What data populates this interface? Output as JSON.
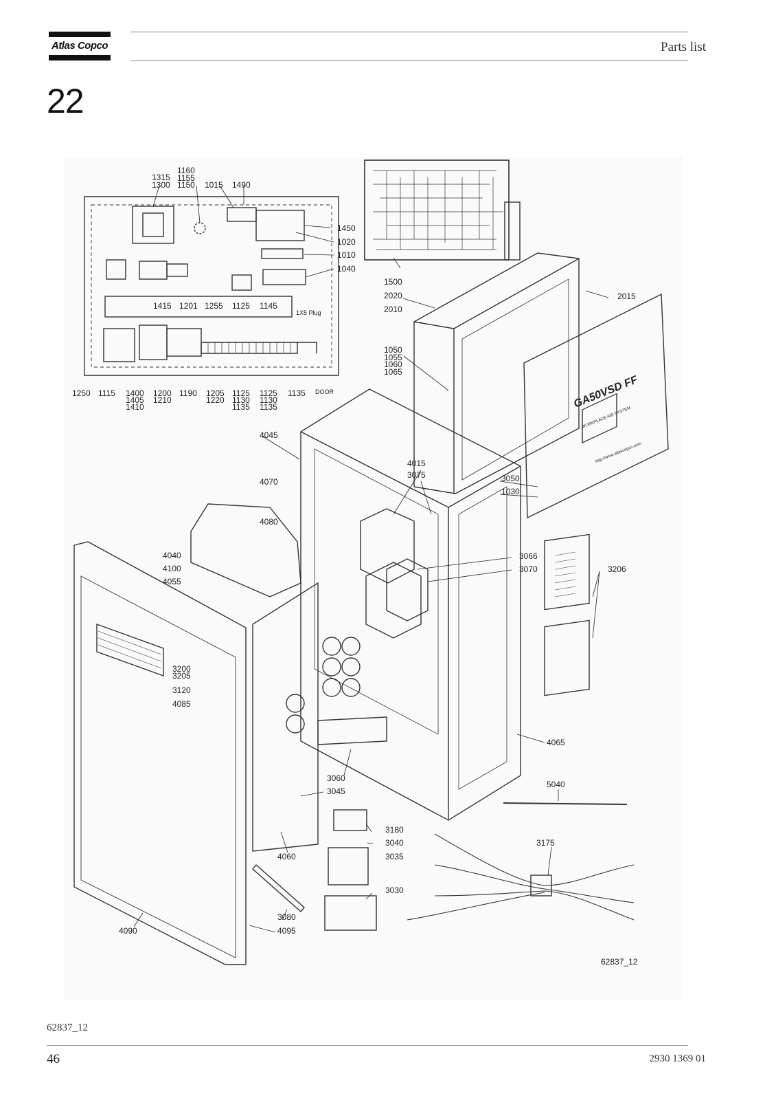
{
  "header": {
    "logo_text": "Atlas Copco",
    "section_title": "Parts list",
    "section_number": "22"
  },
  "figure": {
    "code_in_figure": "62837_12",
    "code_below": "62837_12",
    "callouts": [
      "1315",
      "1300",
      "1160",
      "1155",
      "1150",
      "1015",
      "1490",
      "1450",
      "1020",
      "1010",
      "1040",
      "1415",
      "1201",
      "1255",
      "1125",
      "1145",
      "1250",
      "1115",
      "1400",
      "1405",
      "1410",
      "1200",
      "1210",
      "1190",
      "1205",
      "1220",
      "1125",
      "1130",
      "1135",
      "1125",
      "1130",
      "1135",
      "1135",
      "1500",
      "2020",
      "2010",
      "2015",
      "1050",
      "1055",
      "1060",
      "1065",
      "4045",
      "4015",
      "3075",
      "4070",
      "3050",
      "1030",
      "4080",
      "4040",
      "4100",
      "4055",
      "3066",
      "3070",
      "3206",
      "3200",
      "3205",
      "3120",
      "4085",
      "4065",
      "3060",
      "3045",
      "5040",
      "3180",
      "3040",
      "3175",
      "4060",
      "3035",
      "3030",
      "3080",
      "4090",
      "4095"
    ],
    "panel_labels": {
      "plug": "1X5 Plug",
      "door": "DOOR",
      "front_brand": "GA50VSD FF",
      "front_sub": "WORKPLACE AIR SYSTEM",
      "front_url": "http://www.atlascopco.com"
    }
  },
  "footer": {
    "page_number": "46",
    "doc_number": "2930 1369 01"
  }
}
